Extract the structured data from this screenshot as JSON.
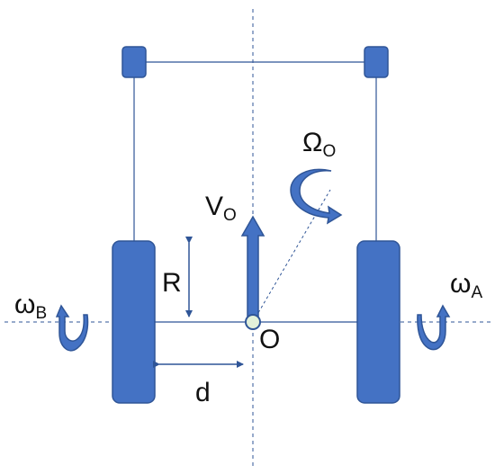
{
  "colors": {
    "fill": "#4472C4",
    "stroke": "#2F5597",
    "line": "#2F5597",
    "origin_fill": "#E2F0D9",
    "text": "#111111"
  },
  "labels": {
    "omega_b": {
      "main": "ω",
      "sub": "B"
    },
    "omega_a": {
      "main": "ω",
      "sub": "A"
    },
    "v_o": {
      "main": "V",
      "sub": "O"
    },
    "big_omega_o": {
      "main": "Ω",
      "sub": "O"
    },
    "r": "R",
    "d": "d",
    "o": "O"
  }
}
